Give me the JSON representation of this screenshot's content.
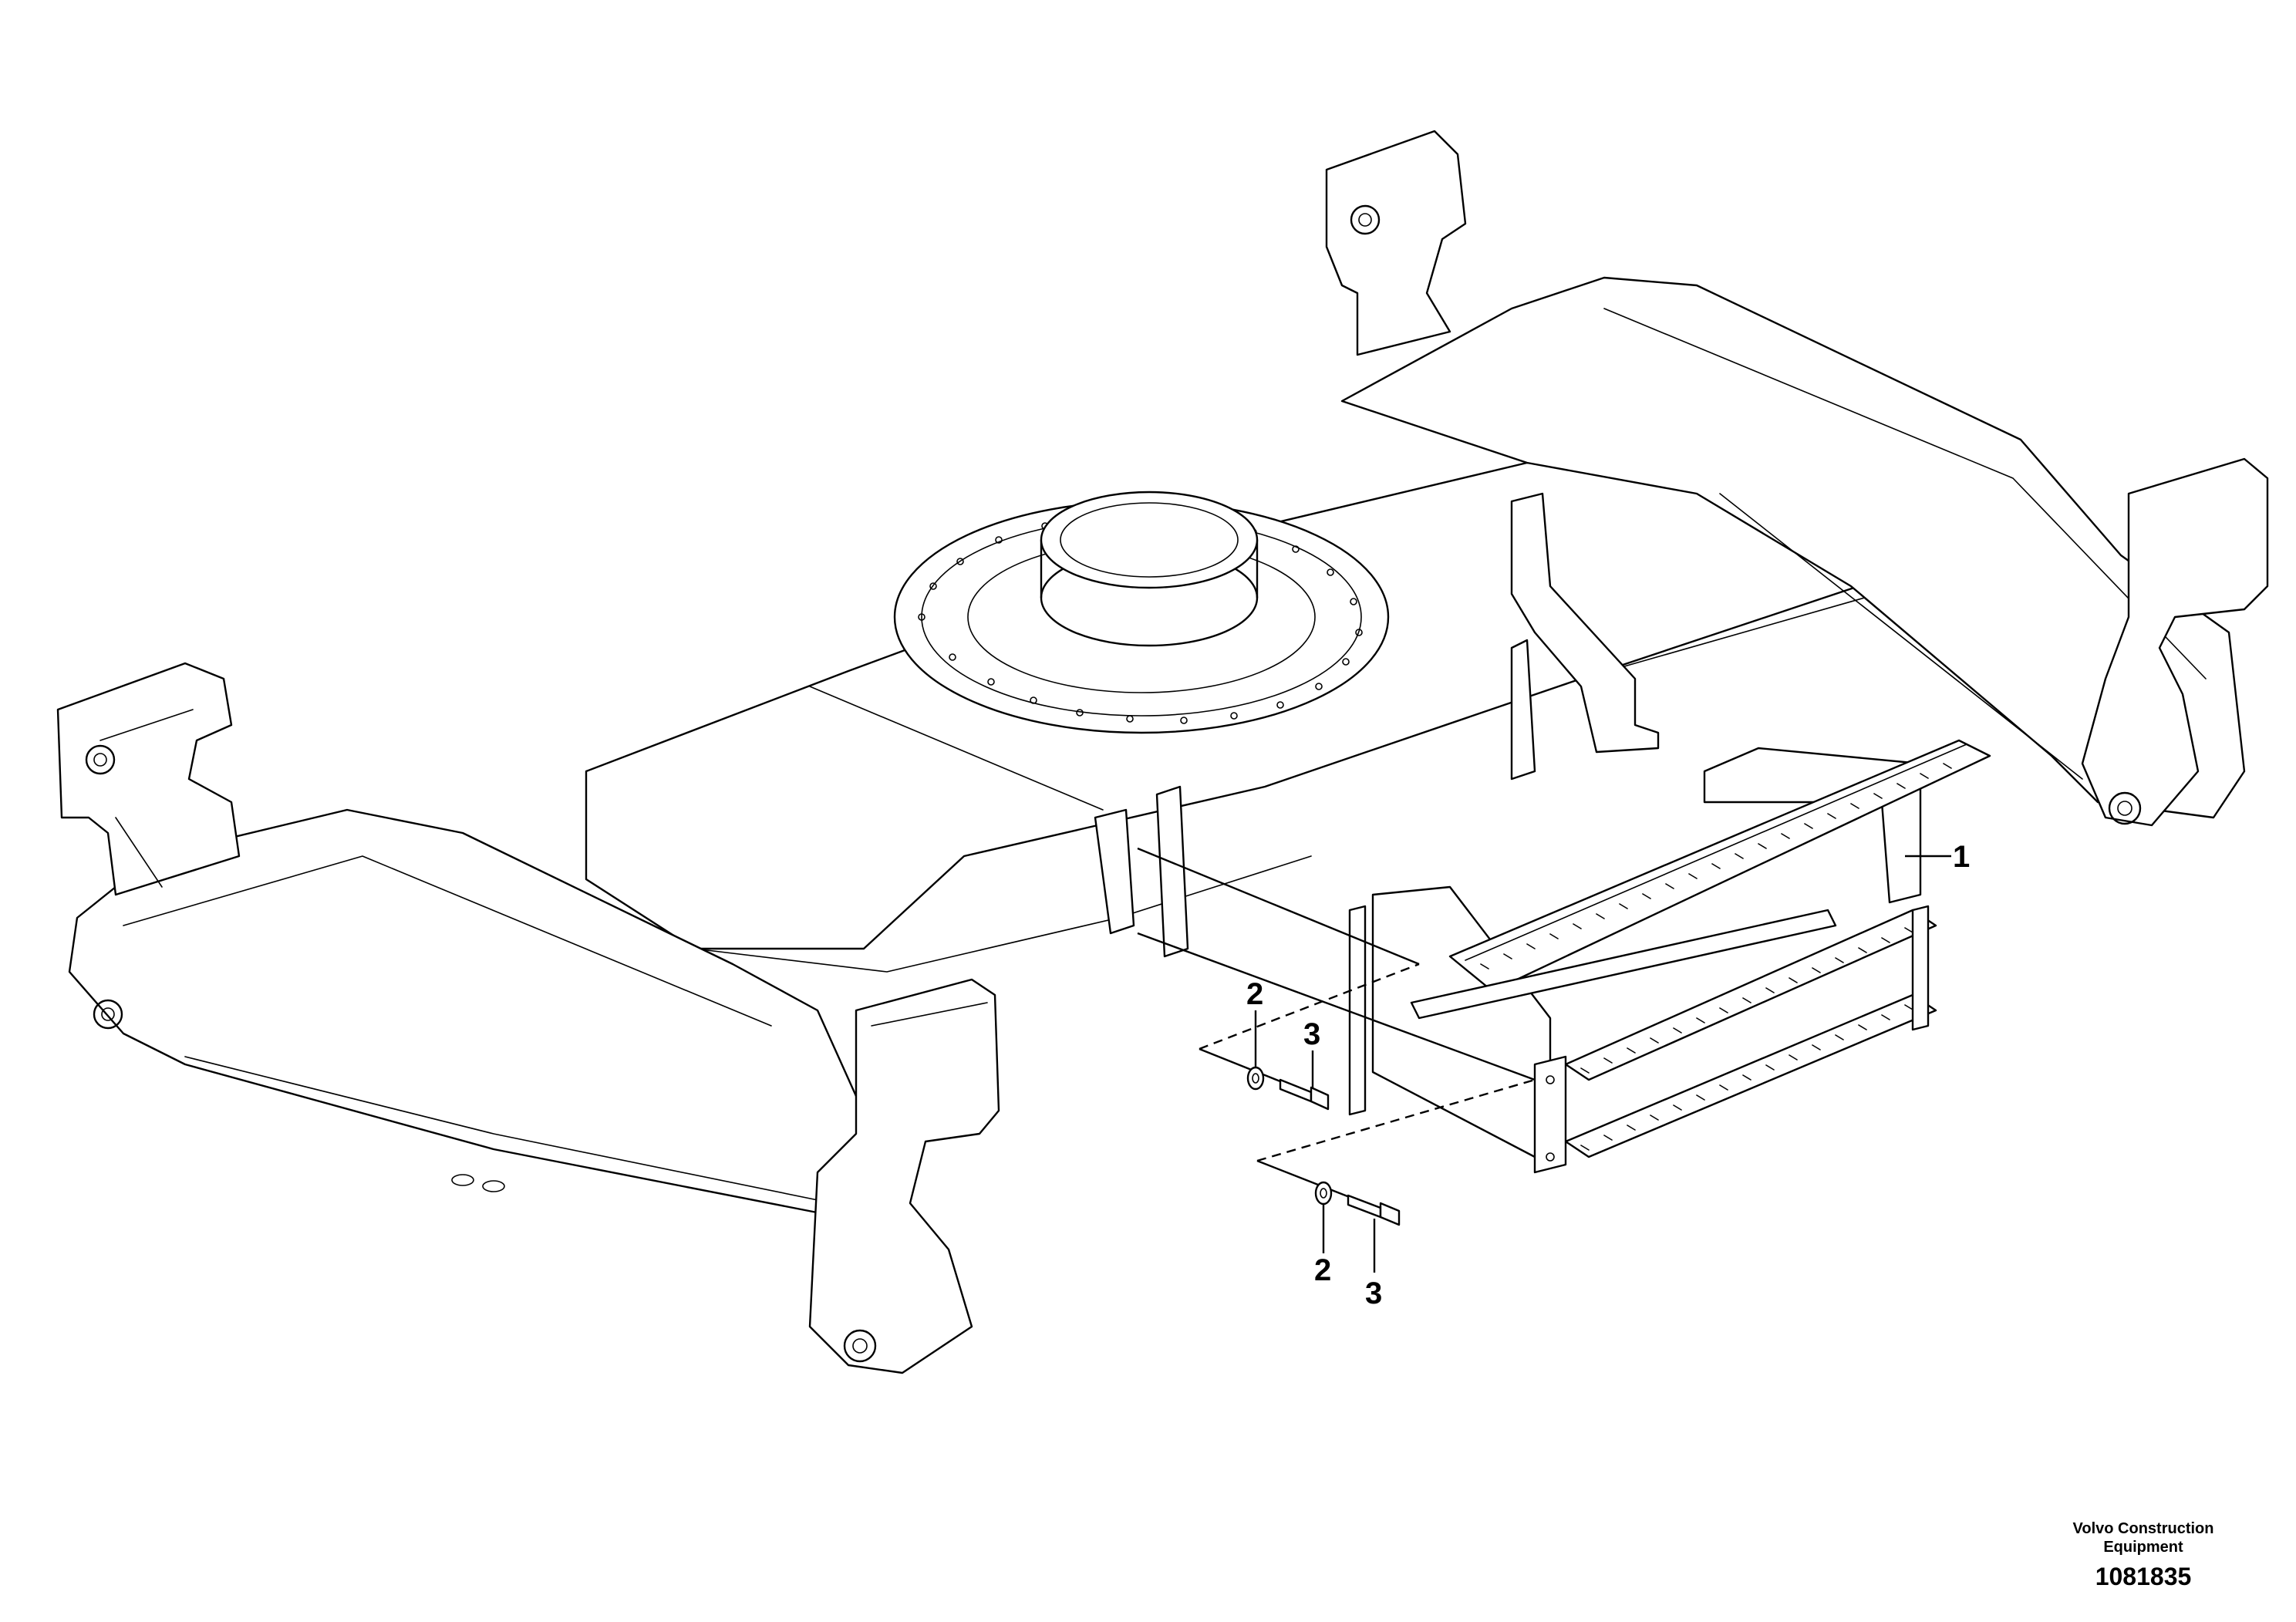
{
  "diagram": {
    "title": "",
    "callouts": [
      {
        "id": "callout-1",
        "label": "1"
      },
      {
        "id": "callout-2a",
        "label": "2"
      },
      {
        "id": "callout-3a",
        "label": "3"
      },
      {
        "id": "callout-2b",
        "label": "2"
      },
      {
        "id": "callout-3b",
        "label": "3"
      }
    ],
    "parts": [
      "undercarriage-frame",
      "step-assembly",
      "washer",
      "bolt"
    ]
  },
  "footer": {
    "company": "Volvo Construction Equipment",
    "part_number": "1081835"
  }
}
